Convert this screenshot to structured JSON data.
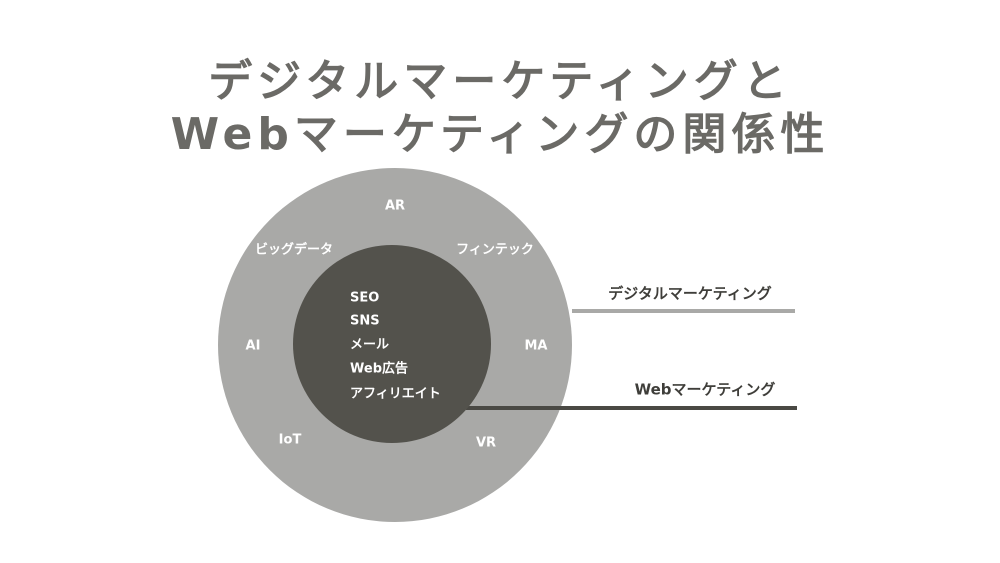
{
  "title": {
    "line1": "デジタルマーケティングと",
    "line2": "Webマーケティングの関係性"
  },
  "outer_circle": {
    "name": "デジタルマーケティング",
    "items": {
      "ar": "AR",
      "bigdata": "ビッグデータ",
      "fintech": "フィンテック",
      "ai": "AI",
      "ma": "MA",
      "iot": "IoT",
      "vr": "VR"
    }
  },
  "inner_circle": {
    "name": "Webマーケティング",
    "items": [
      "SEO",
      "SNS",
      "メール",
      "Web広告",
      "アフィリエイト"
    ]
  },
  "colors": {
    "title": "#6b6a66",
    "outer_fill": "#a9a9a7",
    "inner_fill": "#53524c",
    "outer_line": "#a9a9a7",
    "inner_line": "#4a4944",
    "legend_text": "#3f3e3a"
  }
}
